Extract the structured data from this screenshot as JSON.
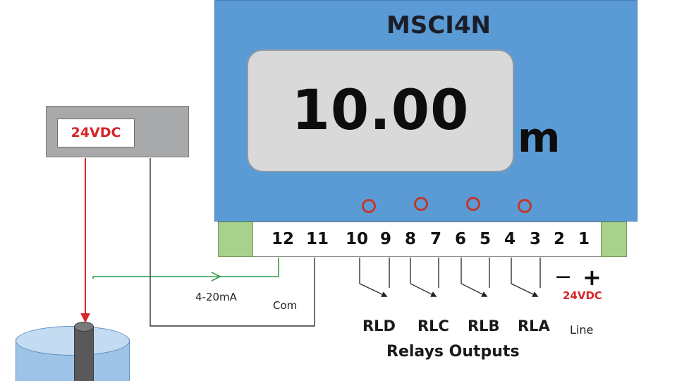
{
  "power_supply": {
    "label": "24VDC"
  },
  "device": {
    "model": "MSCI4N",
    "display_value": "10.00",
    "display_unit": "m"
  },
  "terminals": [
    "12",
    "11",
    "10",
    "9",
    "8",
    "7",
    "6",
    "5",
    "4",
    "3",
    "2",
    "1"
  ],
  "signal": {
    "current_label": "4-20mA",
    "common_label": "Com"
  },
  "relays": {
    "labels": [
      "RLD",
      "RLC",
      "RLB",
      "RLA"
    ],
    "title": "Relays Outputs"
  },
  "supply": {
    "minus": "−",
    "plus": "+",
    "voltage": "24VDC",
    "line": "Line"
  },
  "colors": {
    "device_body": "#5b9bd5",
    "display_bg": "#d9d9d9",
    "terminal_end": "#a9d18e",
    "led": "#c0392b",
    "power_wire": "#d6262b",
    "signal_wire": "#2e9e4a",
    "tank": "#9dc3e6",
    "psu": "#a8a9ab"
  }
}
